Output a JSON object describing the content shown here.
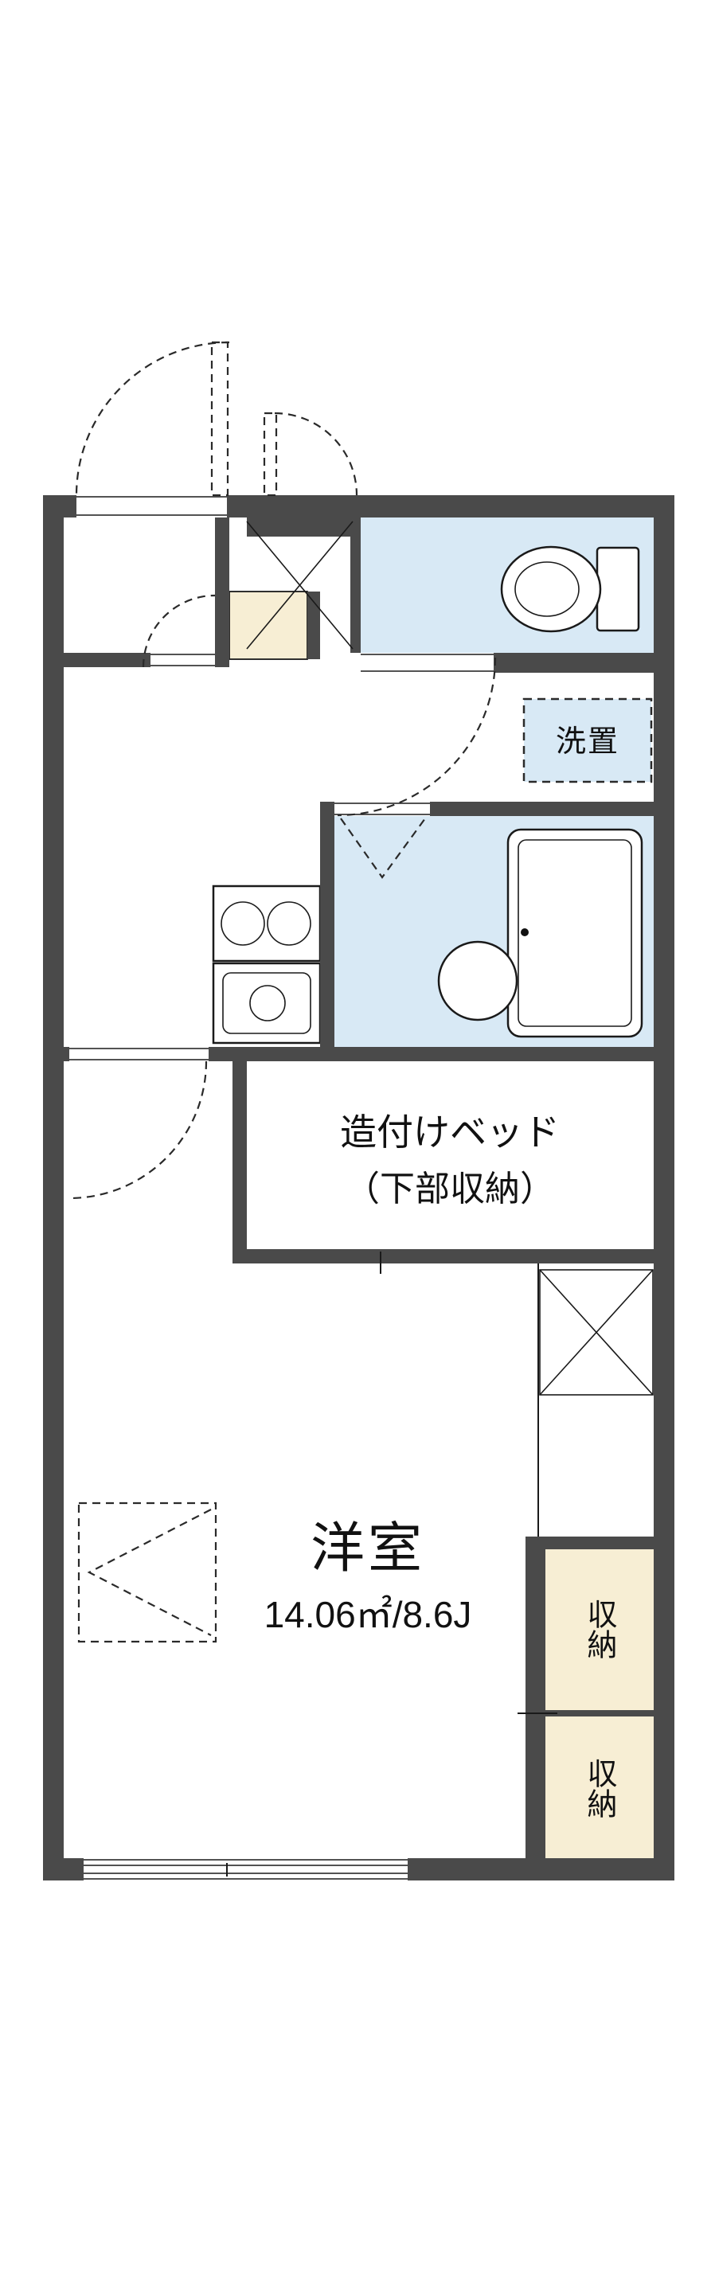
{
  "floorplan": {
    "labels": {
      "washer": "洗置",
      "bed_line1": "造付けベッド",
      "bed_line2": "（下部収納）",
      "room_name": "洋室",
      "room_size": "14.06㎡/8.6J",
      "storage_upper": "収納",
      "storage_lower": "収納"
    },
    "colors": {
      "wall": "#4a4a4a",
      "wet_area": "#d8e9f5",
      "storage_floor": "#f7eed4",
      "outline": "#1a1a1a",
      "background": "#ffffff"
    }
  }
}
